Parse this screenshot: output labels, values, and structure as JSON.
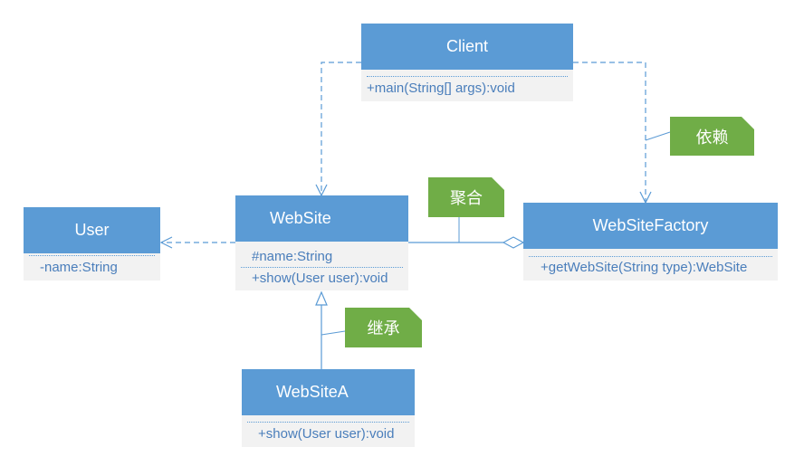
{
  "classes": {
    "client": {
      "name": "Client",
      "ops": [
        "+main(String[] args):void"
      ]
    },
    "website": {
      "name": "WebSite",
      "attrs": [
        "#name:String"
      ],
      "ops": [
        "+show(User user):void"
      ]
    },
    "user": {
      "name": "User",
      "attrs": [
        "-name:String"
      ]
    },
    "factory": {
      "name": "WebSiteFactory",
      "ops": [
        "+getWebSite(String type):WebSite"
      ]
    },
    "website_a": {
      "name": "WebSiteA",
      "ops": [
        "+show(User user):void"
      ]
    }
  },
  "notes": {
    "dependency": "依赖",
    "aggregation": "聚合",
    "inheritance": "继承"
  },
  "colors": {
    "class_header": "#5b9bd5",
    "class_body": "#f2f2f2",
    "note": "#70ad47",
    "line": "#5b9bd5"
  }
}
